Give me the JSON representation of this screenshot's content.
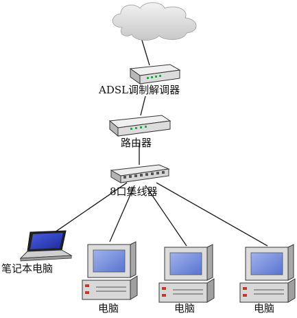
{
  "nodes": {
    "modem": {
      "label": "ADSL调制解调器"
    },
    "router": {
      "label": "路由器"
    },
    "hub": {
      "label": "8口集线器"
    },
    "laptop": {
      "label": "笔记本电脑"
    },
    "pc1": {
      "label": "电脑"
    },
    "pc2": {
      "label": "电脑"
    },
    "pc3": {
      "label": "电脑"
    }
  },
  "colors": {
    "cloud": "#d9d9d9",
    "device_body": "#dcdcdc",
    "screen": "#6f88d8",
    "laptop_screen": "#2d3fc8",
    "link": "#222222"
  }
}
